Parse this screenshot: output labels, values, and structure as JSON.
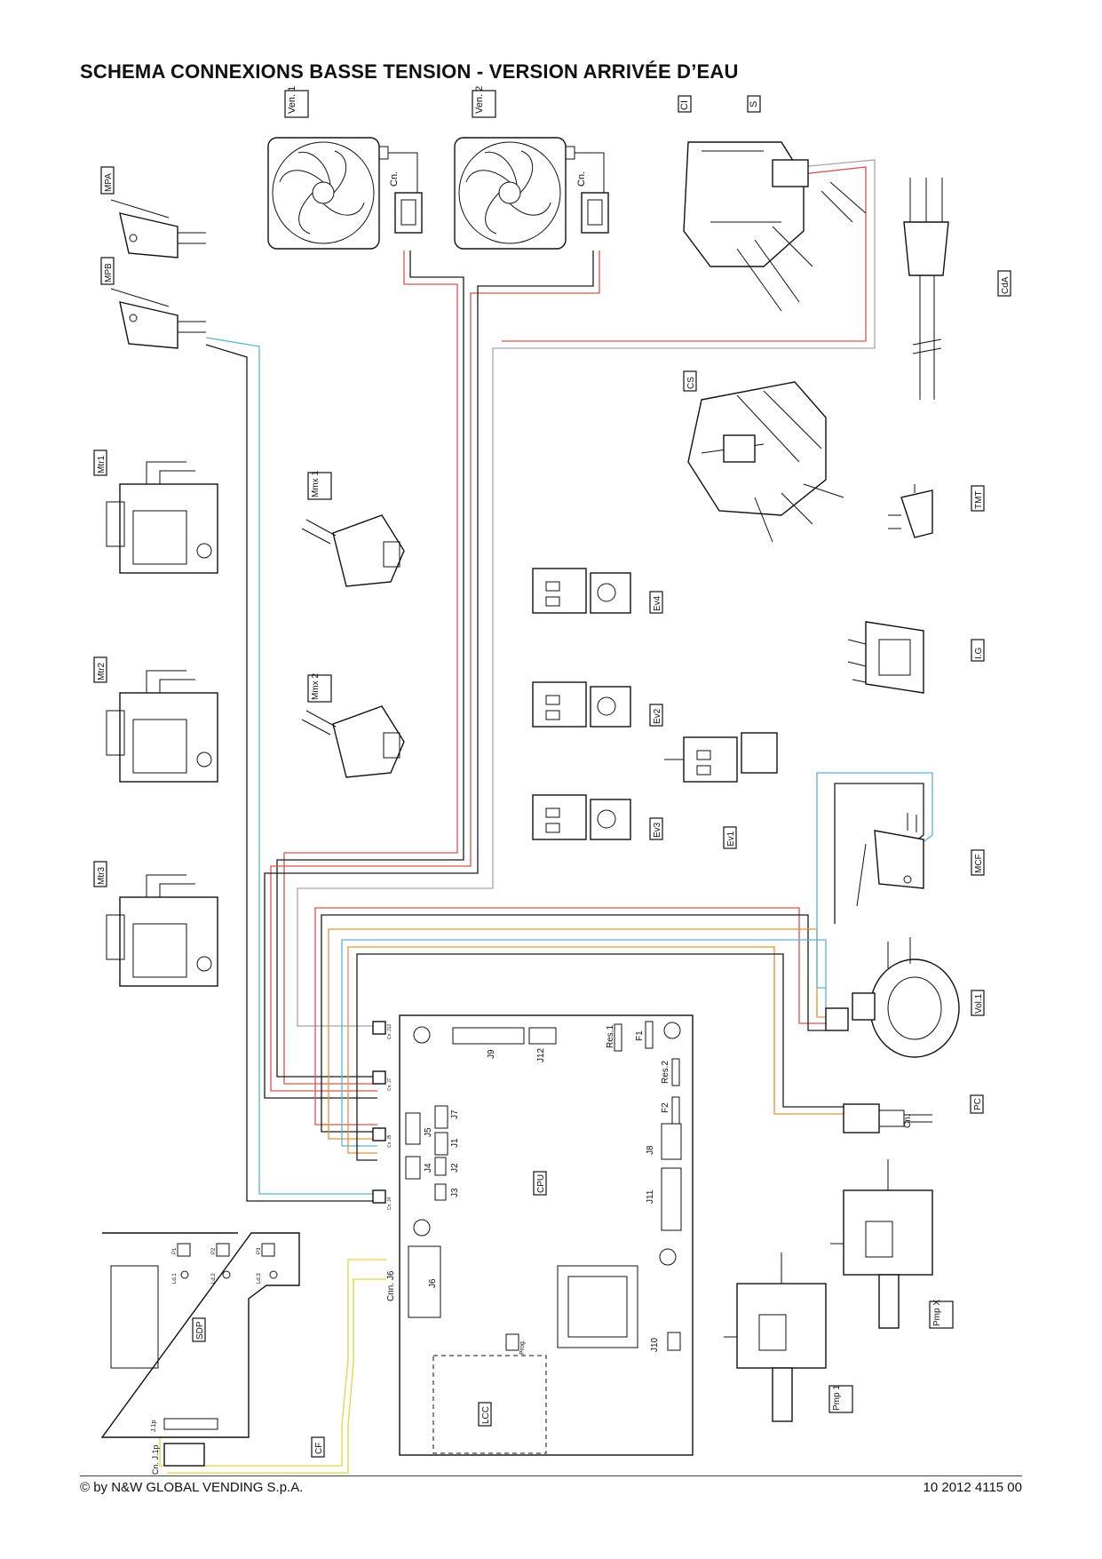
{
  "title": "SCHEMA CONNEXIONS BASSE TENSION - VERSION ARRIVÉE D’EAU",
  "footer": {
    "copyright": "© by N&W GLOBAL VENDING S.p.A.",
    "code": "10 2012 4115 00"
  },
  "wire_colors": {
    "black": "#1a1a1a",
    "red": "#d9534f",
    "gray": "#a6a6a6",
    "blue": "#5bb4d6",
    "orange": "#e8923a",
    "yellow": "#e6d43a"
  },
  "components": {
    "ven1": "Ven. 1",
    "ven2": "Ven. 2",
    "cn": "Cn.",
    "ci": "CI",
    "s": "S",
    "mpa": "MPA",
    "mpb": "MPB",
    "cda": "CdA",
    "cs": "CS",
    "tmt": "TMT",
    "mtr1": "Mtr1",
    "mtr2": "Mtr2",
    "mtr3": "Mtr3",
    "mmx1": "Mmx 1",
    "mmx2": "Mmx 2",
    "ev4": "Ev4",
    "ev2": "Ev2",
    "ev3": "Ev3",
    "ev1": "Ev1",
    "ig": "I.G",
    "mcf": "MCF",
    "vol1": "Vol.1",
    "pc": "PC",
    "pmpx": "Pmp X",
    "pmp1": "Pmp 1",
    "sdp": "SDP",
    "cf": "CF",
    "cnj1p": "Cn. J.1p"
  },
  "board": {
    "cpu": "CPU",
    "lcc": "LCC",
    "prog": "Prog.",
    "cnn_j6": "Cnn. J6",
    "res1": "Res.1",
    "res2": "Res.2",
    "f1": "F1",
    "f2": "F2",
    "j1": "J1",
    "j2": "J2",
    "j3": "J3",
    "j4": "J4",
    "j5": "J5",
    "j6": "J6",
    "j7": "J7",
    "j8": "J8",
    "j9": "J9",
    "j10": "J10",
    "j11": "J11",
    "j12": "J12",
    "cn_labels": [
      "Cn. J12",
      "Cn. J7",
      "Cn. J5",
      "Cn. J4"
    ]
  },
  "sdp_board": {
    "p1": "P1",
    "p2": "P2",
    "p3": "P3",
    "ld1": "Ld.1",
    "ld2": "Ld.2",
    "ld3": "Ld.3",
    "j1p": "J.1p"
  }
}
